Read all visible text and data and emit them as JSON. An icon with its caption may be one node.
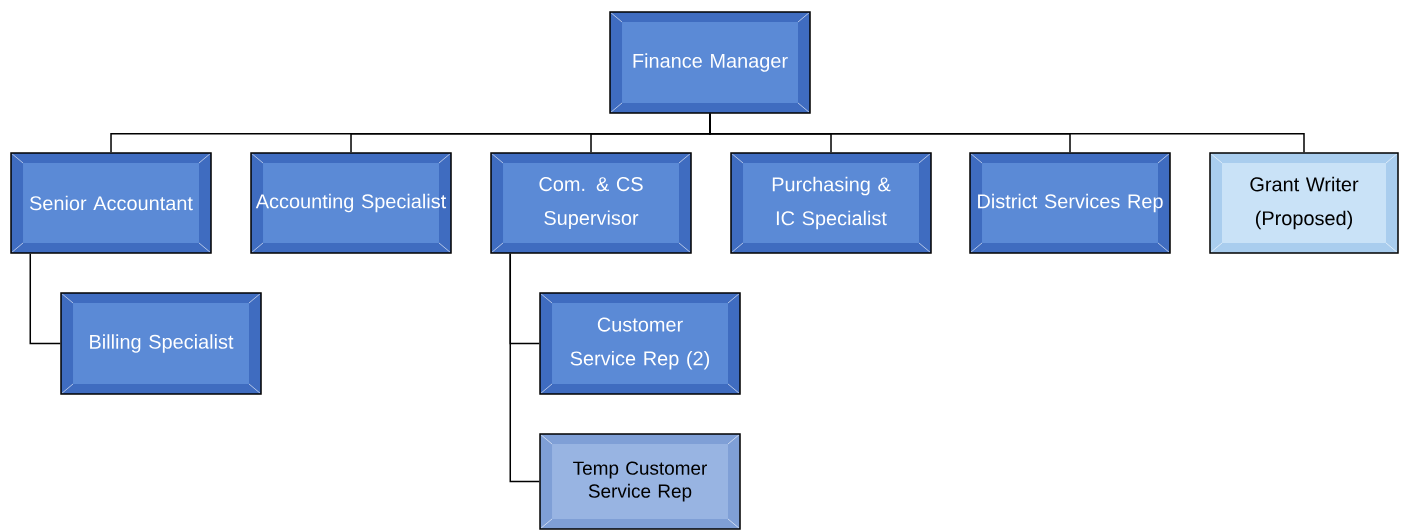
{
  "diagram": {
    "nodes": [
      {
        "text": [
          "Finance Manager"
        ]
      },
      {
        "text": [
          "Senior Accountant"
        ]
      },
      {
        "text": [
          "Accounting Specialist"
        ]
      },
      {
        "text": [
          "Com. & CS Supervisor"
        ]
      },
      {
        "text": [
          "Purchasing & IC Specialist"
        ]
      },
      {
        "text": [
          "District Services Rep"
        ]
      },
      {
        "text": [
          "Grant Writer (Proposed)"
        ]
      },
      {
        "text": [
          "Billing Specialist"
        ]
      },
      {
        "text": [
          "Customer Service Rep (2)"
        ]
      },
      {
        "text": [
          "Temp Customer Service Rep"
        ]
      }
    ],
    "edges": [
      {
        "from": 0,
        "to": 1,
        "arrow": "none"
      },
      {
        "from": 0,
        "to": 2,
        "arrow": "none"
      },
      {
        "from": 0,
        "to": 3,
        "arrow": "none"
      },
      {
        "from": 0,
        "to": 4,
        "arrow": "none"
      },
      {
        "from": 0,
        "to": 5,
        "arrow": "none"
      },
      {
        "from": 0,
        "to": 6,
        "arrow": "none"
      },
      {
        "from": 1,
        "to": 7,
        "arrow": "none"
      },
      {
        "from": 3,
        "to": 8,
        "arrow": "none"
      },
      {
        "from": 3,
        "to": 9,
        "arrow": "none"
      }
    ]
  }
}
